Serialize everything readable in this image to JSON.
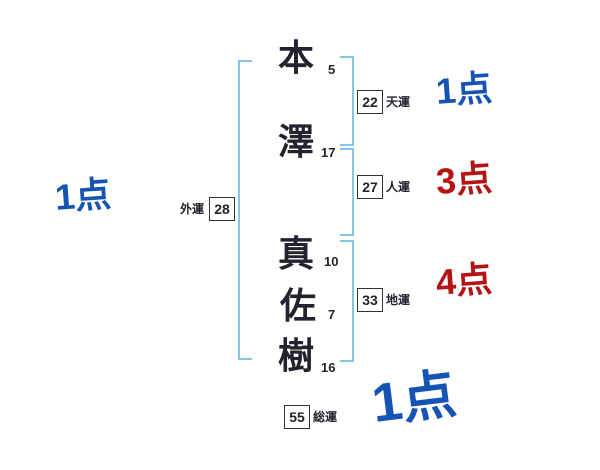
{
  "name_chars": [
    {
      "char": "本",
      "strokes": "5"
    },
    {
      "char": "澤",
      "strokes": "17"
    },
    {
      "char": "真",
      "strokes": "10"
    },
    {
      "char": "佐",
      "strokes": "7"
    },
    {
      "char": "樹",
      "strokes": "16"
    }
  ],
  "fortunes": {
    "ten": {
      "value": "22",
      "label": "天運",
      "score": "1点",
      "score_color": "#1553b5"
    },
    "jin": {
      "value": "27",
      "label": "人運",
      "score": "3点",
      "score_color": "#b41414"
    },
    "chi": {
      "value": "33",
      "label": "地運",
      "score": "4点",
      "score_color": "#b41414"
    },
    "gai": {
      "value": "28",
      "label": "外運",
      "score": "1点",
      "score_color": "#1553b5"
    },
    "sou": {
      "value": "55",
      "label": "総運",
      "score": "1点",
      "score_color": "#1553b5"
    }
  },
  "colors": {
    "bracket": "#85c6e8",
    "score-blue": "#1553b5",
    "score-red": "#b41414",
    "ink": "#23232d",
    "box-border": "#333333"
  }
}
